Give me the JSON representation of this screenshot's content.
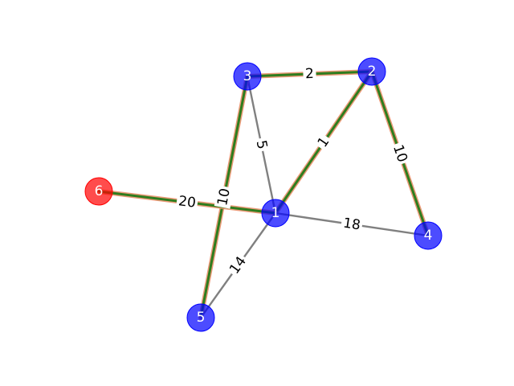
{
  "graph": {
    "node_color_default": "#0000ff",
    "node_color_source": "#ff0000",
    "edge_color": "#808080",
    "highlight_outer_color": "#e8906a",
    "highlight_inner_color": "#2e7d1e",
    "nodes": [
      {
        "id": "1",
        "label": "1",
        "role": "default"
      },
      {
        "id": "2",
        "label": "2",
        "role": "default"
      },
      {
        "id": "3",
        "label": "3",
        "role": "default"
      },
      {
        "id": "4",
        "label": "4",
        "role": "default"
      },
      {
        "id": "5",
        "label": "5",
        "role": "default"
      },
      {
        "id": "6",
        "label": "6",
        "role": "source"
      }
    ],
    "edges": [
      {
        "from": "3",
        "to": "2",
        "weight": "2",
        "highlighted": true
      },
      {
        "from": "3",
        "to": "1",
        "weight": "5",
        "highlighted": false
      },
      {
        "from": "2",
        "to": "1",
        "weight": "1",
        "highlighted": true
      },
      {
        "from": "2",
        "to": "4",
        "weight": "10",
        "highlighted": true
      },
      {
        "from": "3",
        "to": "5",
        "weight": "10",
        "highlighted": true
      },
      {
        "from": "6",
        "to": "1",
        "weight": "20",
        "highlighted": true
      },
      {
        "from": "1",
        "to": "4",
        "weight": "18",
        "highlighted": false
      },
      {
        "from": "1",
        "to": "5",
        "weight": "14",
        "highlighted": false
      }
    ]
  }
}
